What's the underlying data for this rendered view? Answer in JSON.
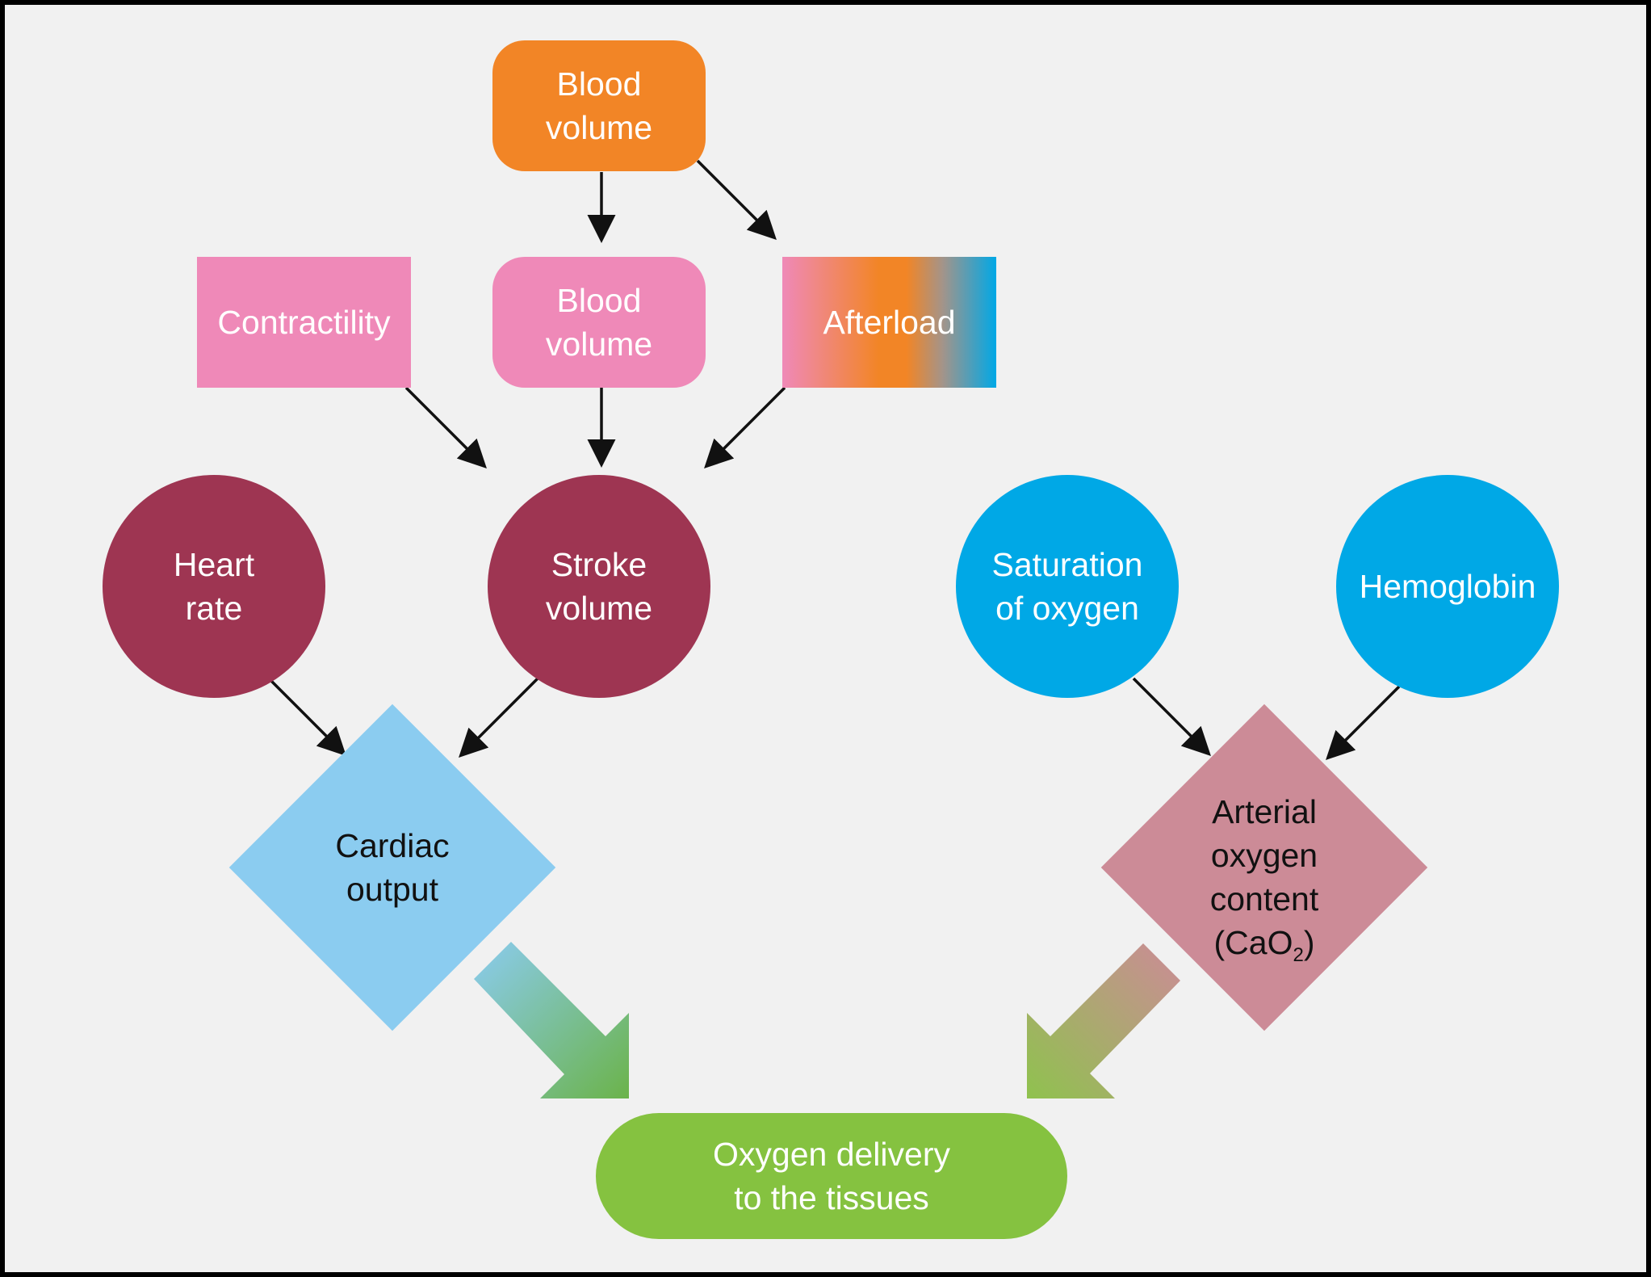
{
  "nodes": {
    "blood_volume_top": {
      "lines": [
        "Blood",
        "volume"
      ],
      "color": "#f28526"
    },
    "contractility": {
      "lines": [
        "Contractility"
      ],
      "color": "#ef89b8"
    },
    "blood_volume_mid": {
      "lines": [
        "Blood",
        "volume"
      ],
      "color": "#ef89b8"
    },
    "afterload": {
      "lines": [
        "Afterload"
      ],
      "gradient": [
        "#ef89b8",
        "#f28526",
        "#00a8e6"
      ]
    },
    "heart_rate": {
      "lines": [
        "Heart",
        "rate"
      ],
      "color": "#9e3552"
    },
    "stroke_volume": {
      "lines": [
        "Stroke",
        "volume"
      ],
      "color": "#9e3552"
    },
    "saturation_of_oxygen": {
      "lines": [
        "Saturation",
        "of oxygen"
      ],
      "color": "#00a8e6"
    },
    "hemoglobin": {
      "lines": [
        "Hemoglobin"
      ],
      "color": "#00a8e6"
    },
    "cardiac_output": {
      "lines": [
        "Cardiac",
        "output"
      ],
      "color": "#8bccf0"
    },
    "arterial_oxygen_content": {
      "lines": [
        "Arterial",
        "oxygen",
        "content"
      ],
      "formula_prefix": "(CaO",
      "formula_sub": "2",
      "formula_suffix": ")",
      "color": "#cc8b97"
    },
    "oxygen_delivery": {
      "lines": [
        "Oxygen delivery",
        "to the tissues"
      ],
      "color": "#85c240"
    }
  },
  "colors": {
    "background": "#f1f1f1",
    "border": "#000000",
    "arrow": "#111111",
    "big_arrow_left": [
      "#8bccf0",
      "#6bb34a"
    ],
    "big_arrow_right": [
      "#cc8b97",
      "#8fc24e"
    ]
  }
}
